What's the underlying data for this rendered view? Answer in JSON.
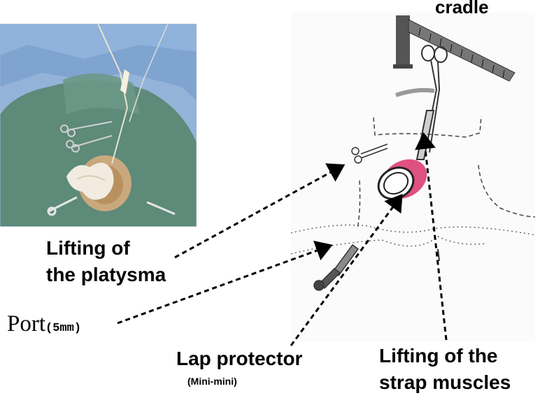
{
  "labels": {
    "cradle": "cradle",
    "platysma": "Lifting of\nthe platysma",
    "port": "Port",
    "port_size": "(5mm)",
    "lap_protector": "Lap protector",
    "lap_protector_sub": "(Mini-mini)",
    "strap_muscles": "Lifting of the\nstrap muscles"
  },
  "colors": {
    "drape_blue": "#7fa4cf",
    "drape_green": "#5d8a79",
    "skin": "#c9a87e",
    "gauze": "#f2ece0",
    "retractor_red": "#d9336a"
  }
}
